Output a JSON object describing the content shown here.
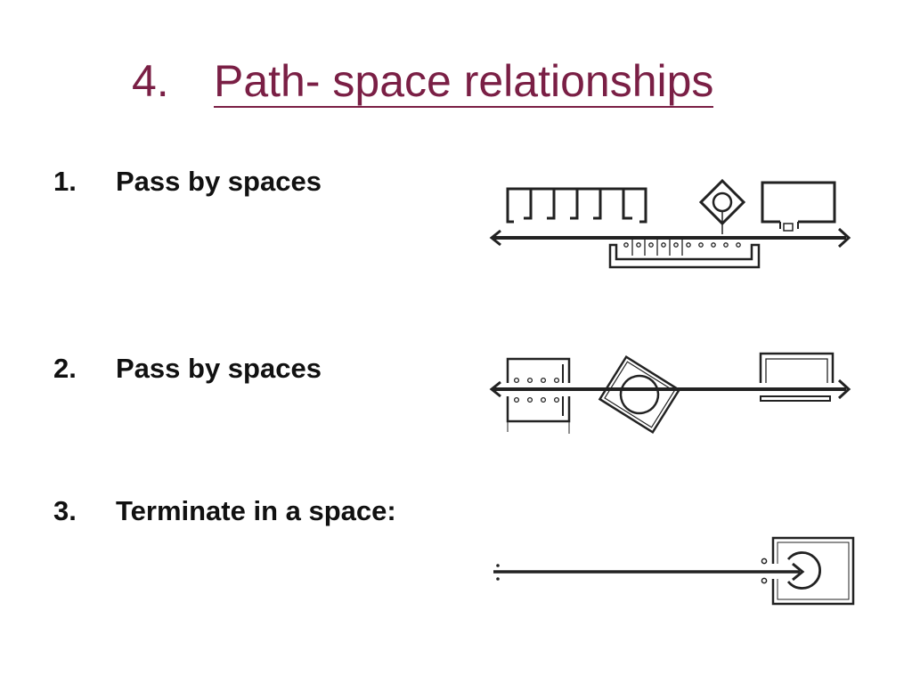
{
  "slide": {
    "title_number": "4.",
    "title_text": "Path- space relationships"
  },
  "items": [
    {
      "number": "1.",
      "label": "Pass by spaces",
      "diagram": "pass-by-spaces-diagram"
    },
    {
      "number": "2.",
      "label": "Pass by spaces",
      "diagram": "pass-through-spaces-diagram"
    },
    {
      "number": "3.",
      "label": "Terminate in a space:",
      "diagram": "terminate-in-space-diagram"
    }
  ],
  "colors": {
    "title": "#7a1f45",
    "text": "#111111",
    "ink": "#222222"
  }
}
